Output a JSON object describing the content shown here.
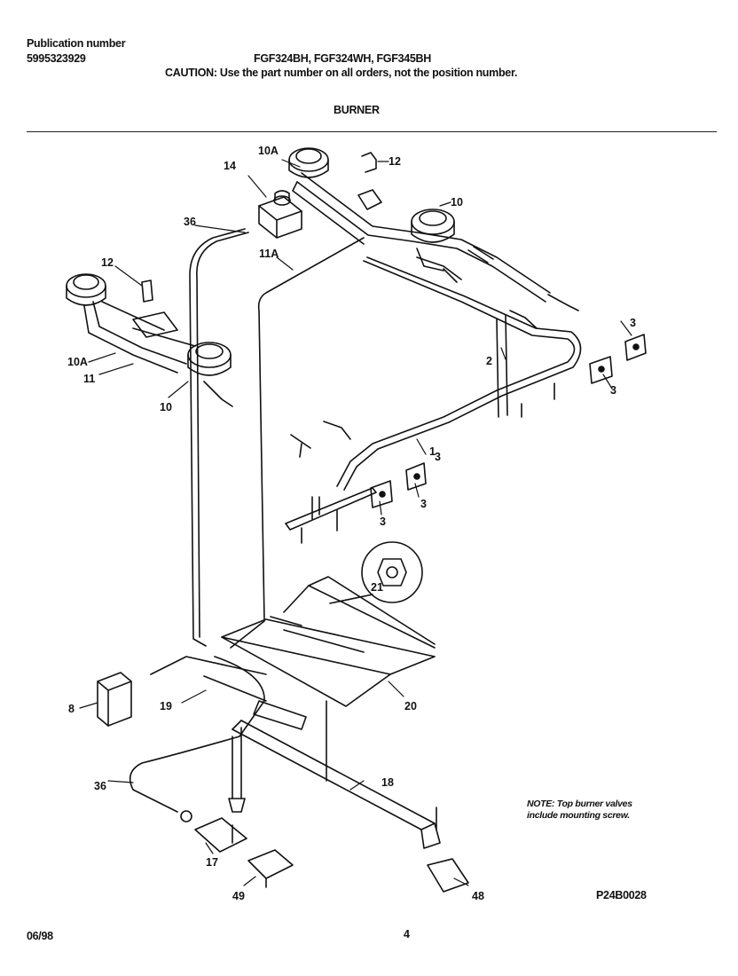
{
  "header": {
    "publication_label": "Publication number",
    "publication_number": "5995323929",
    "models": "FGF324BH, FGF324WH, FGF345BH",
    "caution": "CAUTION:  Use the part number on all orders, not the position number."
  },
  "section_title": "BURNER",
  "callouts": {
    "c1": "1",
    "c2": "2",
    "c3a": "3",
    "c3b": "3",
    "c3c": "3",
    "c3d": "3",
    "c3e": "3",
    "c8": "8",
    "c10a": "10",
    "c10b": "10",
    "c10Aa": "10A",
    "c10Ab": "10A",
    "c11": "11",
    "c11A": "11A",
    "c12a": "12",
    "c12b": "12",
    "c14": "14",
    "c17": "17",
    "c18": "18",
    "c19": "19",
    "c20": "20",
    "c21": "21",
    "c36a": "36",
    "c36b": "36",
    "c48": "48",
    "c49": "49"
  },
  "note": {
    "line1": "NOTE: Top burner valves",
    "line2": "include mounting screw."
  },
  "footer": {
    "drawing_id": "P24B0028",
    "date": "06/98",
    "page": "4"
  }
}
